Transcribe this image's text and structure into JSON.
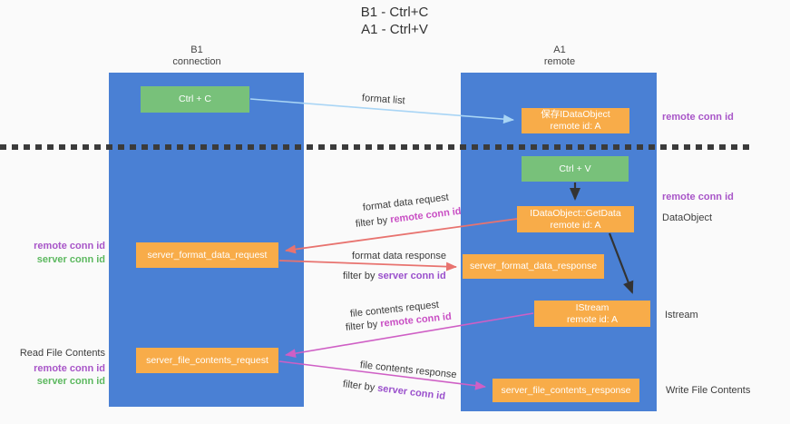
{
  "title": {
    "line1": "B1 - Ctrl+C",
    "line2": "A1 - Ctrl+V"
  },
  "lanes": {
    "left": {
      "name": "B1",
      "subtitle": "connection"
    },
    "right": {
      "name": "A1",
      "subtitle": "remote"
    }
  },
  "boxes": {
    "ctrl_c": "Ctrl + C",
    "ctrl_v": "Ctrl + V",
    "save_idataobject": {
      "line1": "保存IDataObject",
      "line2": "remote id: A"
    },
    "getdata": {
      "line1": "IDataObject::GetData",
      "line2": "remote id: A"
    },
    "format_request": "server_format_data_request",
    "format_response": "server_format_data_response",
    "istream": {
      "line1": "IStream",
      "line2": "remote id: A"
    },
    "file_request": "server_file_contents_request",
    "file_response": "server_file_contents_response"
  },
  "arrow_labels": {
    "format_list": "format list",
    "format_data_request": "format data request",
    "format_data_response": "format data response",
    "file_contents_request": "file contents request",
    "file_contents_response": "file contents response",
    "filter_prefix": "filter by ",
    "remote_conn_id": "remote conn id",
    "server_conn_id": "server conn id"
  },
  "side_labels": {
    "right": {
      "remote_conn_id_top": "remote conn id",
      "remote_conn_id_mid": "remote conn id",
      "dataobject": "DataObject",
      "istream": "Istream",
      "write_file_contents": "Write File Contents"
    },
    "left": {
      "remote_conn_id_top": "remote conn id",
      "server_conn_id_top": "server conn id",
      "read_file_contents": "Read File Contents",
      "remote_conn_id_bottom": "remote conn id",
      "server_conn_id_bottom": "server conn id"
    }
  },
  "colors": {
    "lane_blue": "#4a80d4",
    "box_orange": "#f8ac49",
    "box_green": "#78c17a",
    "arrow_salmon": "#e8736f",
    "arrow_magenta": "#cf5fc5",
    "arrow_lightblue": "#a9d5f5",
    "arrow_black": "#333333",
    "label_purple": "#a855c8",
    "label_green": "#5cb85f",
    "highlight_magenta": "#c94fc4",
    "highlight_violet": "#9a50cc",
    "background": "#fafafa"
  }
}
